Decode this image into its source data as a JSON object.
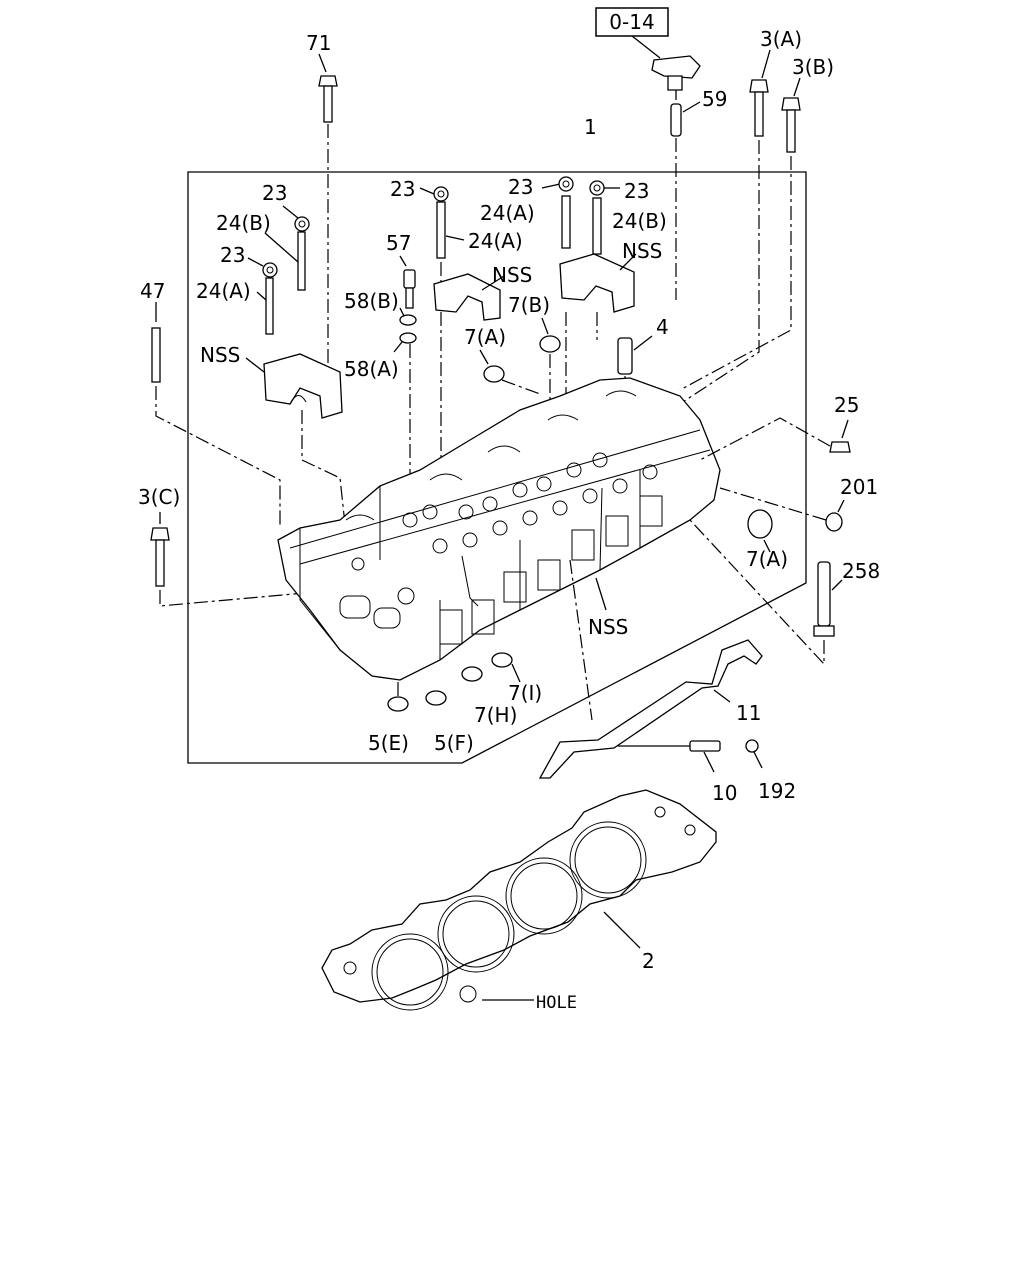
{
  "diagram": {
    "ref_box": "0-14",
    "labels": {
      "l71": "71",
      "l3a": "3(A)",
      "l3b": "3(B)",
      "l59": "59",
      "l1": "1",
      "l23a": "23",
      "l24b_left": "24(B)",
      "l23b": "23",
      "l24a_left": "24(A)",
      "l47": "47",
      "l23c": "23",
      "l24a_mid": "24(A)",
      "l57": "57",
      "l58b": "58(B)",
      "l58a": "58(A)",
      "l23d": "23",
      "l23e": "23",
      "l24a_right": "24(A)",
      "l24b_right": "24(B)",
      "nss_top_mid": "NSS",
      "nss_top_right": "NSS",
      "nss_left": "NSS",
      "nss_bottom": "NSS",
      "l7b": "7(B)",
      "l7a_left": "7(A)",
      "l4": "4",
      "l25": "25",
      "l201": "201",
      "l3c": "3(C)",
      "l7a_right": "7(A)",
      "l258": "258",
      "l7i": "7(I)",
      "l7h": "7(H)",
      "l5e": "5(E)",
      "l5f": "5(F)",
      "l11": "11",
      "l10": "10",
      "l192": "192",
      "l2": "2",
      "hole": "HOLE"
    }
  }
}
